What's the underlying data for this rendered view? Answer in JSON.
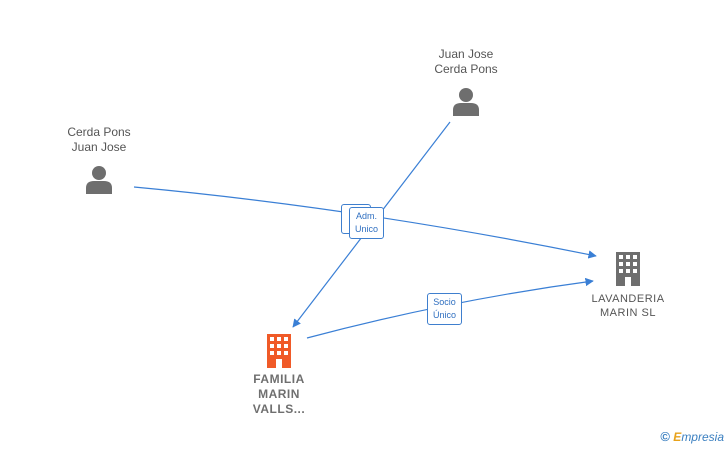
{
  "nodes": {
    "juan_jose_top": {
      "line1": "Juan Jose",
      "line2": "Cerda Pons",
      "kind": "person"
    },
    "cerda_pons_left": {
      "line1": "Cerda Pons",
      "line2": "Juan Jose",
      "kind": "person"
    },
    "lavanderia": {
      "line1": "LAVANDERIA",
      "line2": "MARIN SL",
      "kind": "company"
    },
    "familia": {
      "line1": "FAMILIA",
      "line2": "MARIN",
      "line3": "VALLS...",
      "kind": "company-highlight"
    }
  },
  "edges": {
    "adm_label": {
      "line1": "Adm.",
      "line2": "Unico"
    },
    "socio_label": {
      "line1": "Socio",
      "line2": "Único"
    }
  },
  "colors": {
    "edge": "#3a7fd5",
    "person_icon": "#6e6e6e",
    "company_icon": "#6e6e6e",
    "company_highlight": "#f05a28"
  },
  "watermark": {
    "symbol": "©",
    "brand_initial": "E",
    "brand_rest": "mpresia"
  }
}
